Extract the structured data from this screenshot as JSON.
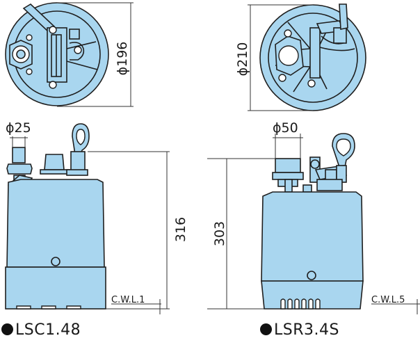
{
  "colors": {
    "body": "#a9d6ef",
    "outline": "#1f1f1f",
    "dimension": "#333333"
  },
  "left_pump": {
    "model": "LSC1.48",
    "top_diameter": "ϕ196",
    "outlet_diameter": "ϕ25",
    "height": "316",
    "water_level": "C.W.L.1"
  },
  "right_pump": {
    "model": "LSR3.4S",
    "top_diameter": "ϕ210",
    "outlet_diameter": "ϕ50",
    "height": "303",
    "water_level": "C.W.L.5"
  }
}
